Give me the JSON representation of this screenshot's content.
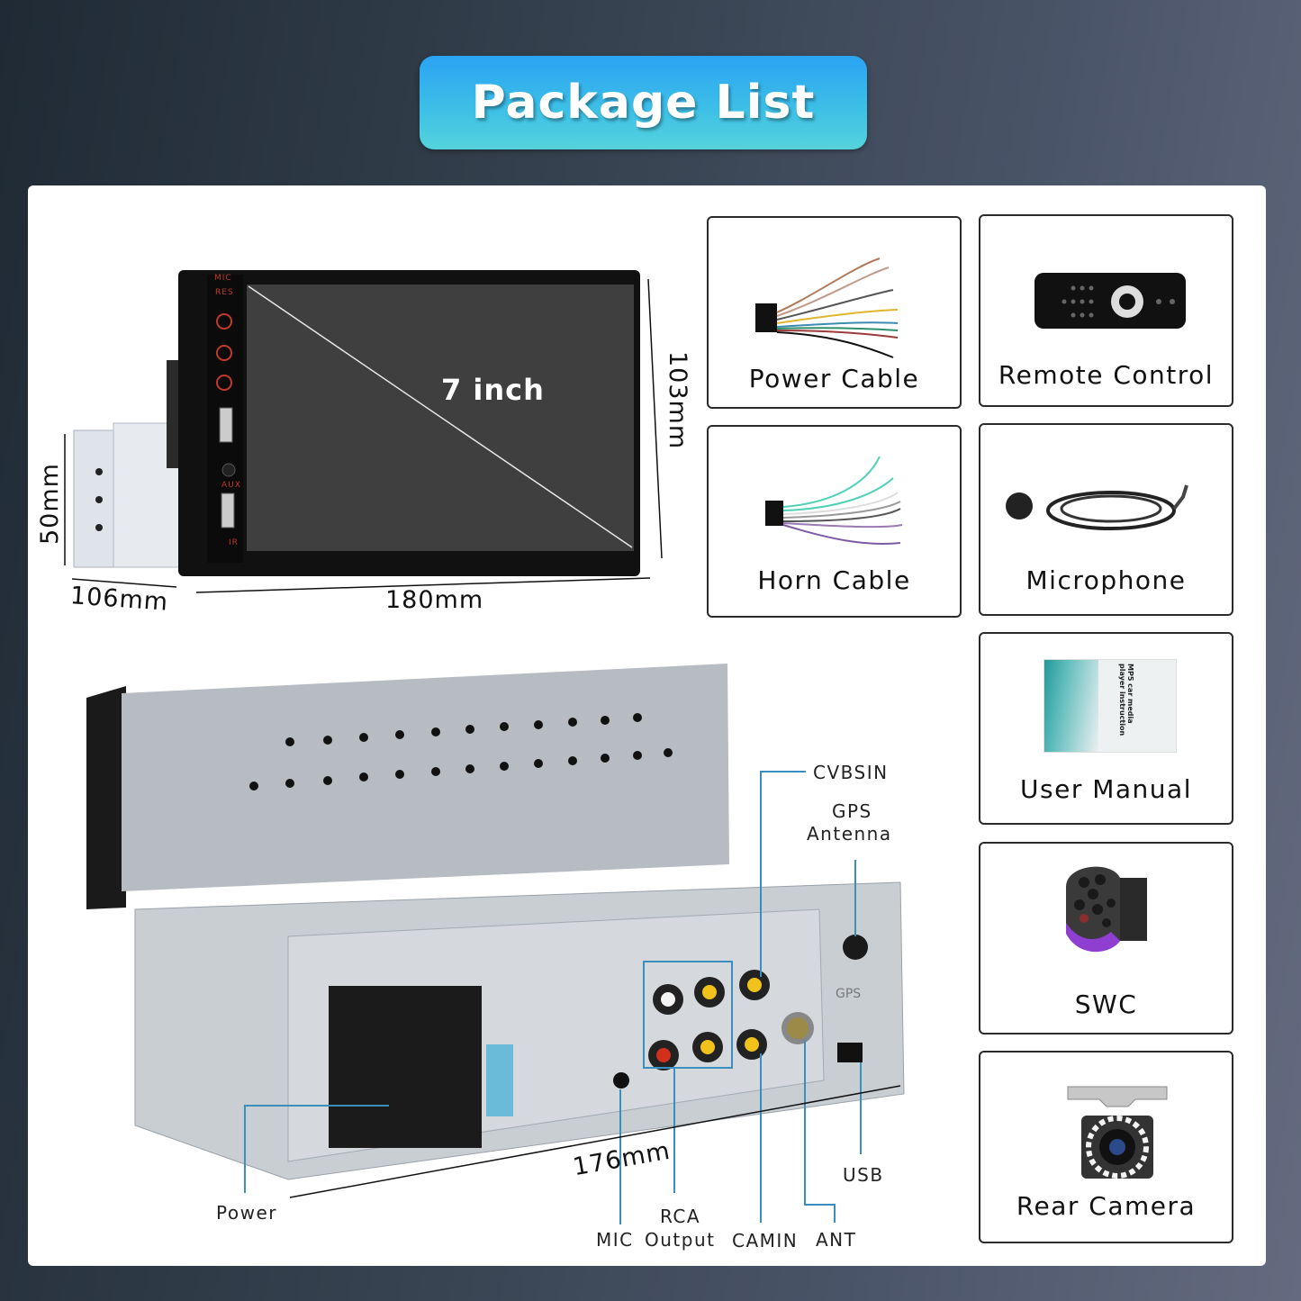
{
  "title": "Package List",
  "head_unit": {
    "screen_label": "7 inch",
    "side_panel_labels": [
      "MIC",
      "RES",
      "AUX",
      "IR"
    ],
    "dimensions": {
      "height": "103mm",
      "depth_height": "50mm",
      "depth": "106mm",
      "width": "180mm",
      "rear_width": "176mm"
    }
  },
  "rear_callouts": {
    "cvbsin": "CVBSIN",
    "gps_antenna_line1": "GPS",
    "gps_antenna_line2": "Antenna",
    "usb": "USB",
    "power": "Power",
    "rca_line1": "RCA",
    "rca_line2": "Output",
    "mic": "MIC",
    "camin": "CAMIN",
    "ant": "ANT",
    "gps_port_print": "GPS"
  },
  "items": [
    {
      "label": "Power Cable",
      "icon": "power-cable-icon"
    },
    {
      "label": "Remote Control",
      "icon": "remote-control-icon"
    },
    {
      "label": "Horn Cable",
      "icon": "horn-cable-icon"
    },
    {
      "label": "Microphone",
      "icon": "microphone-icon"
    },
    {
      "label": "User Manual",
      "icon": "user-manual-icon",
      "cover_text": "MP5 car media player instruction"
    },
    {
      "label": "SWC",
      "icon": "steering-wheel-control-icon"
    },
    {
      "label": "Rear Camera",
      "icon": "rear-camera-icon"
    }
  ],
  "colors": {
    "badge_top": "#2aa3f3",
    "badge_bottom": "#55d3dc",
    "callout_line": "#3a8fbf",
    "panel_bg": "#ffffff"
  }
}
